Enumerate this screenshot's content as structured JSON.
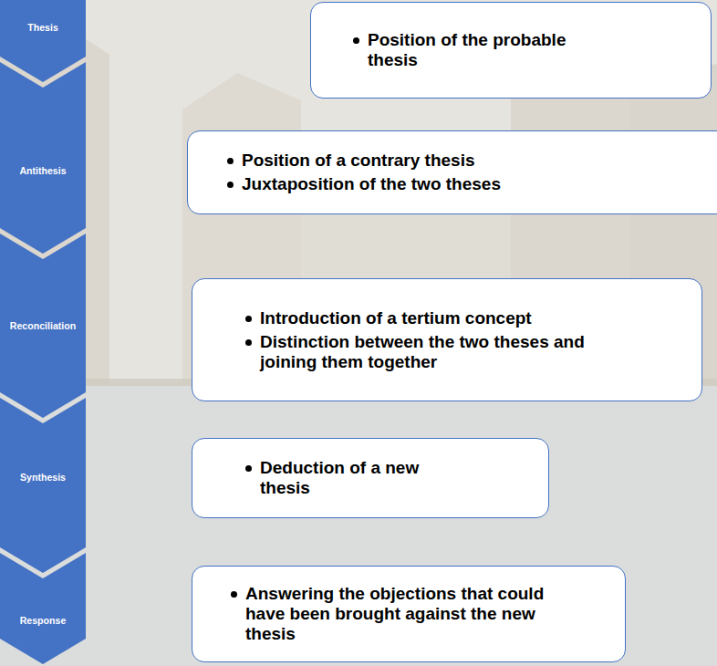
{
  "diagram": {
    "nodes": [
      {
        "text": [
          "Thesis"
        ]
      },
      {
        "text": [
          "Position of the probable thesis"
        ]
      },
      {
        "text": [
          "Antithesis"
        ]
      },
      {
        "text": [
          "Position of a contrary thesis",
          "Juxtaposition of the two theses"
        ]
      },
      {
        "text": [
          "Reconciliation"
        ]
      },
      {
        "text": [
          "Introduction of a tertium concept",
          "Distinction between the two theses and joining them together"
        ]
      },
      {
        "text": [
          "Synthesis"
        ]
      },
      {
        "text": [
          "Deduction of a new thesis"
        ]
      },
      {
        "text": [
          "Response"
        ]
      },
      {
        "text": [
          "Answering the objections that could have been brought against the new thesis"
        ]
      }
    ]
  }
}
